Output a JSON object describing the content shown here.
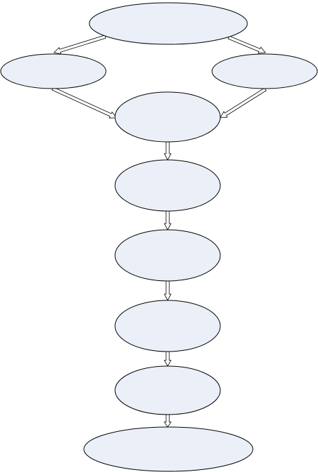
{
  "diagram": {
    "type": "flowchart",
    "colors": {
      "node_fill": "#eaeff8",
      "node_stroke": "#000000",
      "arrow_fill": "#ffffff",
      "arrow_stroke": "#000000",
      "text": "#000000"
    },
    "nodes": [
      {
        "id": "top",
        "label": ""
      },
      {
        "id": "left",
        "label": ""
      },
      {
        "id": "right",
        "label": ""
      },
      {
        "id": "merge",
        "label": ""
      },
      {
        "id": "step-1",
        "label": ""
      },
      {
        "id": "step-2",
        "label": ""
      },
      {
        "id": "step-3",
        "label": ""
      },
      {
        "id": "step-4",
        "label": ""
      },
      {
        "id": "bottom",
        "label": ""
      }
    ],
    "edges": [
      {
        "from": "top",
        "to": "left"
      },
      {
        "from": "top",
        "to": "right"
      },
      {
        "from": "left",
        "to": "merge"
      },
      {
        "from": "right",
        "to": "merge"
      },
      {
        "from": "merge",
        "to": "step-1"
      },
      {
        "from": "step-1",
        "to": "step-2"
      },
      {
        "from": "step-2",
        "to": "step-3"
      },
      {
        "from": "step-3",
        "to": "step-4"
      },
      {
        "from": "step-4",
        "to": "bottom"
      }
    ]
  }
}
